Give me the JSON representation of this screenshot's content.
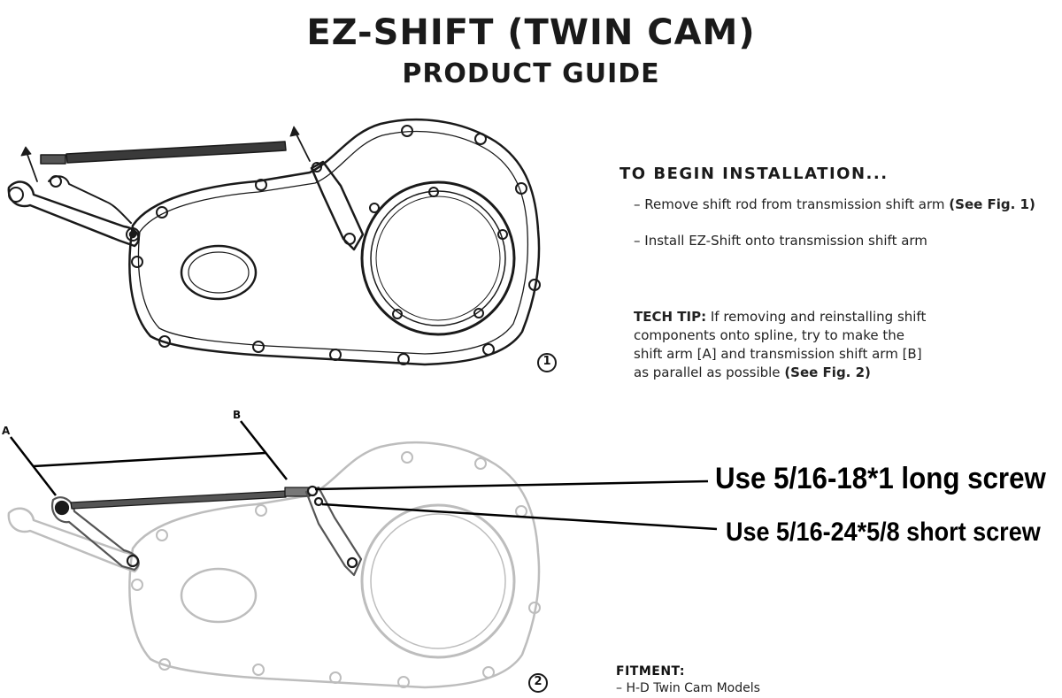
{
  "title": {
    "line1": "EZ-SHIFT (TWIN CAM)",
    "line2": "PRODUCT GUIDE"
  },
  "install": {
    "heading": "TO BEGIN INSTALLATION...",
    "step1": "– Remove shift rod from transmission shift arm",
    "step1_ref": "(See Fig. 1)",
    "step2": "– Install EZ-Shift onto transmission shift arm"
  },
  "tech_tip": {
    "label": "TECH TIP:",
    "line1": "If removing and reinstalling shift",
    "line2": "components onto spline, try to make the",
    "line3": "shift arm [A] and transmission shift arm [B]",
    "line4_text": "as parallel as possible",
    "line4_ref": "(See Fig. 2)"
  },
  "figures": {
    "fig1_number": "1",
    "fig2_number": "2",
    "label_a": "A",
    "label_b": "B"
  },
  "callouts": {
    "long_screw": "Use 5/16-18*1 long screw",
    "short_screw": "Use 5/16-24*5/8 short screw"
  },
  "fitment": {
    "heading": "FITMENT:",
    "item": "– H-D Twin Cam Models"
  },
  "colors": {
    "ink": "#1a1a1a",
    "faded_ink": "#bdbdbd",
    "background": "#ffffff"
  }
}
